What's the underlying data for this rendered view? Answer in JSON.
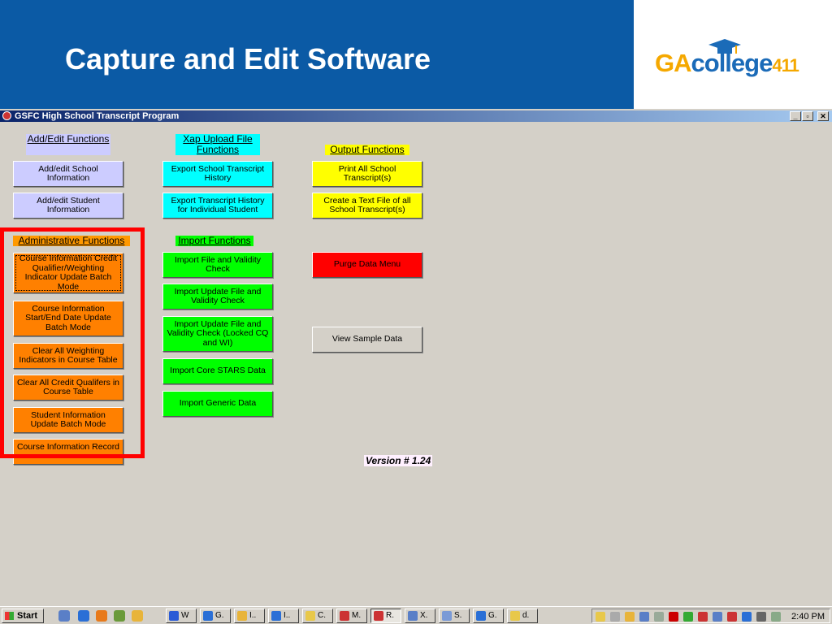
{
  "slide": {
    "title": "Capture and Edit Software",
    "logo": {
      "ga": "GA",
      "co": "co",
      "llege": "llege",
      "num": "411"
    }
  },
  "window": {
    "title": "GSFC High School Transcript Program",
    "controls": {
      "minimize": "_",
      "restore": "▫",
      "close": "✕"
    }
  },
  "sections": {
    "add_edit": "Add/Edit Functions",
    "xap_upload": "Xap Upload File Functions",
    "output": "Output Functions",
    "admin": "Administrative Functions",
    "import": "Import Functions"
  },
  "buttons": {
    "add_edit_school": "Add/edit School Information",
    "add_edit_student": "Add/edit Student Information",
    "export_school_history": "Export School Transcript History",
    "export_student_history": "Export Transcript History for Individual Student",
    "print_all": "Print All School Transcript(s)",
    "create_text_file": "Create a Text File of all School Transcript(s)",
    "course_info_credit": "Course Information Credit Qualifier/Weighting Indicator Update Batch Mode",
    "course_info_dates": "Course Information Start/End Date Update Batch Mode",
    "clear_weighting": "Clear All Weighting Indicators in Course Table",
    "clear_credit": "Clear All Credit Qualifers in Course Table",
    "student_info_batch": "Student Information Update Batch Mode",
    "course_info_record": "Course Information Record",
    "import_validity": "Import File and Validity Check",
    "import_update_validity": "Import Update File and Validity Check",
    "import_update_locked": "Import Update File and Validity Check (Locked CQ and WI)",
    "import_core_stars": "Import Core STARS Data",
    "import_generic": "Import Generic Data",
    "purge_data": "Purge Data Menu",
    "view_sample": "View Sample Data"
  },
  "version": "Version # 1.24",
  "taskbar": {
    "start": "Start",
    "tasks": [
      "W",
      "G.",
      "I..",
      "I..",
      "C.",
      "M.",
      "R.",
      "X.",
      "S.",
      "G.",
      "d."
    ],
    "clock": "2:40 PM"
  },
  "colors": {
    "banner": "#0b5aa5",
    "lavender": "#ccccff",
    "cyan": "#00ffff",
    "yellow": "#ffff00",
    "green": "#00ff00",
    "orange": "#ff8000",
    "red": "#ff0000"
  }
}
